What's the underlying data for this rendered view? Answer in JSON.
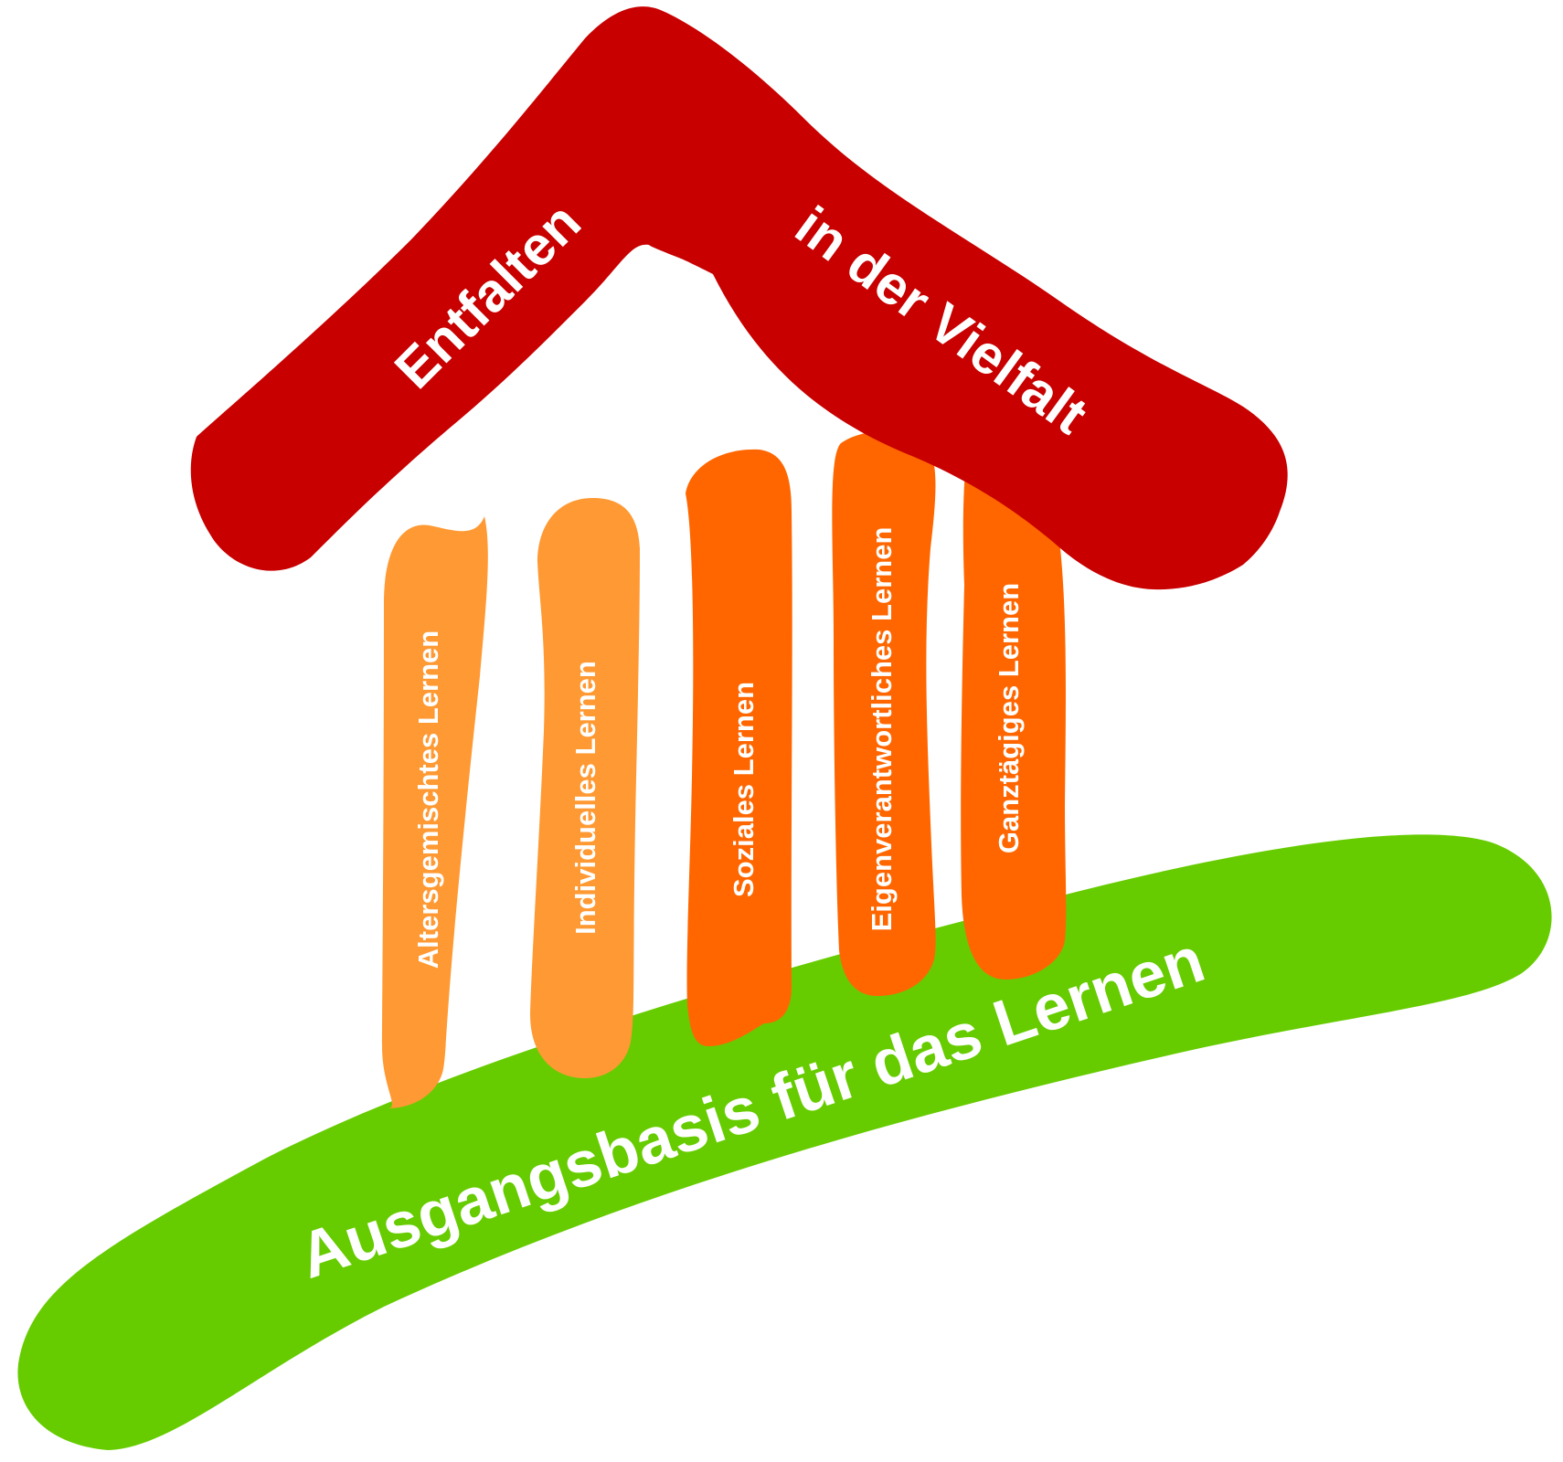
{
  "roof": {
    "text_left": "Entfalten",
    "text_right": "in der Vielfalt",
    "color": "#c80000"
  },
  "pillars": [
    {
      "label": "Altersgemischtes Lernen",
      "color": "#ff9933"
    },
    {
      "label": "Individuelles Lernen",
      "color": "#ff9933"
    },
    {
      "label": "Soziales Lernen",
      "color": "#ff6600"
    },
    {
      "label": "Eigenverantwortliches Lernen",
      "color": "#ff6600"
    },
    {
      "label": "Ganztägiges Lernen",
      "color": "#ff6600"
    }
  ],
  "base": {
    "text": "Ausgangsbasis für das Lernen",
    "color": "#66cc00"
  },
  "text_color": "#ffffff"
}
